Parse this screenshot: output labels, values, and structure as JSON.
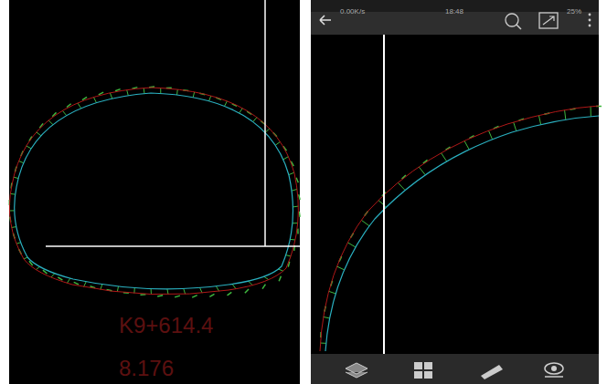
{
  "diagram": {
    "labels": [
      "K9+614.4",
      "8.176",
      "0.00K/s",
      "18:48",
      "25%"
    ]
  }
}
